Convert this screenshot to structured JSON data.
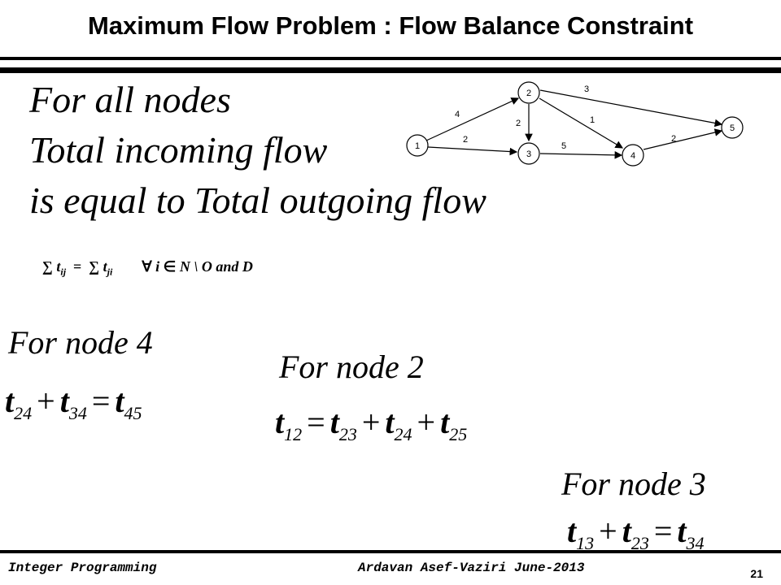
{
  "title": "Maximum Flow Problem : Flow Balance Constraint",
  "statement": {
    "line1": "For all nodes",
    "line2": "Total incoming flow",
    "line3": "is equal to Total outgoing flow"
  },
  "formula": {
    "sum": "∑",
    "t": "t",
    "ij": "ij",
    "eq": "=",
    "ji": "ji",
    "forall": "∀",
    "i": "i",
    "in": "∈",
    "rest": "N \\ O and D"
  },
  "network": {
    "nodes": [
      "1",
      "2",
      "3",
      "4",
      "5"
    ],
    "edges": [
      {
        "from": "1",
        "to": "2",
        "capacity": "4"
      },
      {
        "from": "1",
        "to": "3",
        "capacity": "2"
      },
      {
        "from": "2",
        "to": "3",
        "capacity": "2"
      },
      {
        "from": "2",
        "to": "5",
        "capacity": "3"
      },
      {
        "from": "2",
        "to": "4",
        "capacity": "1"
      },
      {
        "from": "3",
        "to": "4",
        "capacity": "5"
      },
      {
        "from": "4",
        "to": "5",
        "capacity": "2"
      }
    ]
  },
  "node4": {
    "heading": "For node 4",
    "terms": [
      {
        "t": "t",
        "sub": "24"
      },
      {
        "t": "t",
        "sub": "34"
      },
      {
        "t": "t",
        "sub": "45"
      }
    ],
    "plus": "+",
    "eq": "="
  },
  "node2": {
    "heading": "For node 2",
    "terms": [
      {
        "t": "t",
        "sub": "12"
      },
      {
        "t": "t",
        "sub": "23"
      },
      {
        "t": "t",
        "sub": "24"
      },
      {
        "t": "t",
        "sub": "25"
      }
    ],
    "plus": "+",
    "eq": "="
  },
  "node3": {
    "heading": "For node 3",
    "terms": [
      {
        "t": "t",
        "sub": "13"
      },
      {
        "t": "t",
        "sub": "23"
      },
      {
        "t": "t",
        "sub": "34"
      }
    ],
    "plus": "+",
    "eq": "="
  },
  "footer": {
    "left": "Integer Programming",
    "center": "Ardavan Asef-Vaziri   June-2013",
    "page": "21"
  }
}
